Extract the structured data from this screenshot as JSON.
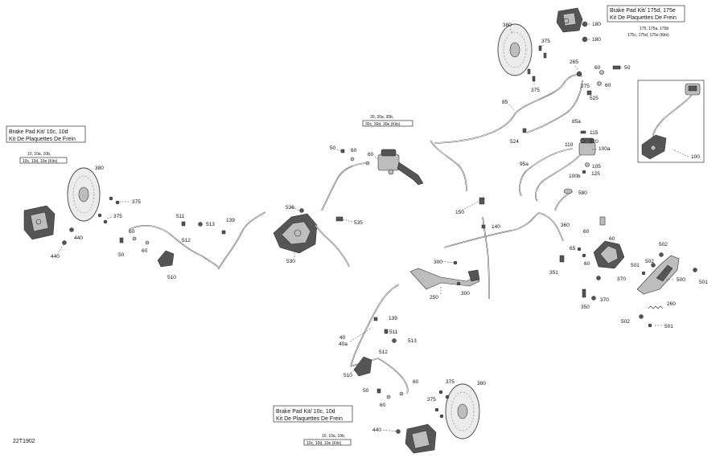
{
  "drawing_code": "22T1902",
  "kit_boxes": {
    "rear_right": {
      "title_en": "Brake Pad Kit/ 175d, 175e",
      "title_fr": "Kit De Plaquettes De Frein",
      "kits_line1": "175, 175a, 175b",
      "kits_line2": "175c, 175d, 175e (Kits)"
    },
    "front_left": {
      "title_en": "Brake Pad Kit/ 10c, 10d",
      "title_fr": "Kit De Plaquettes De Frein",
      "kits_line1": "10, 10a, 10b,",
      "kits_line2": "10c, 10d, 10e (Kits)"
    },
    "front_right": {
      "title_en": "Brake Pad Kit/ 10c, 10d",
      "title_fr": "Kit De Plaquettes De Frein",
      "kits_line1": "10, 10a, 10b,",
      "kits_line2": "10c, 10d, 10e (Kits)"
    },
    "master": {
      "kits_line1": "30, 30a, 30b,",
      "kits_line2": "30c, 30d, 30e (Kits)"
    }
  },
  "callouts": {
    "c380a": "380",
    "c375a": "375",
    "c375b": "375",
    "c180a": "180",
    "c180b": "180",
    "c265": "265",
    "c60a": "60",
    "c50a": "50",
    "c275": "275",
    "c60b": "60",
    "c525": "525",
    "c85": "85",
    "c85a": "85a",
    "c524": "524",
    "c115": "115",
    "c120": "120",
    "c110": "110",
    "c100a": "100a",
    "c95a": "95a",
    "c105": "105",
    "c100b": "100b",
    "c125": "125",
    "c580": "580",
    "c100": "100",
    "c50b": "50",
    "c60c": "60",
    "c60d": "60",
    "c380b": "380",
    "c375c": "375",
    "c375d": "375",
    "c440a": "440",
    "c440b": "440",
    "c60e": "60",
    "c50c": "50",
    "c60f": "60",
    "c511a": "511",
    "c513a": "513",
    "c139a": "139",
    "c512a": "512",
    "c510a": "510",
    "c536": "536",
    "c535": "535",
    "c530": "530",
    "c150": "150",
    "c140": "140",
    "c300a": "300",
    "c300b": "300",
    "c250": "250",
    "c360": "360",
    "c65": "65",
    "c60g": "60",
    "c60h": "60",
    "c60i": "60",
    "c351": "351",
    "c370a": "370",
    "c370b": "370",
    "c350": "350",
    "c502a": "502",
    "c502b": "502",
    "c502c": "502",
    "c501a": "501",
    "c501b": "501",
    "c501c": "501",
    "c500": "500",
    "c260": "260",
    "c139b": "139",
    "c40": "40",
    "c40a": "40a",
    "c511b": "511",
    "c513b": "513",
    "c512b": "512",
    "c510b": "510",
    "c60j": "60",
    "c50d": "50",
    "c60k": "60",
    "c375e": "375",
    "c375f": "375",
    "c380c": "380",
    "c440c": "440"
  }
}
